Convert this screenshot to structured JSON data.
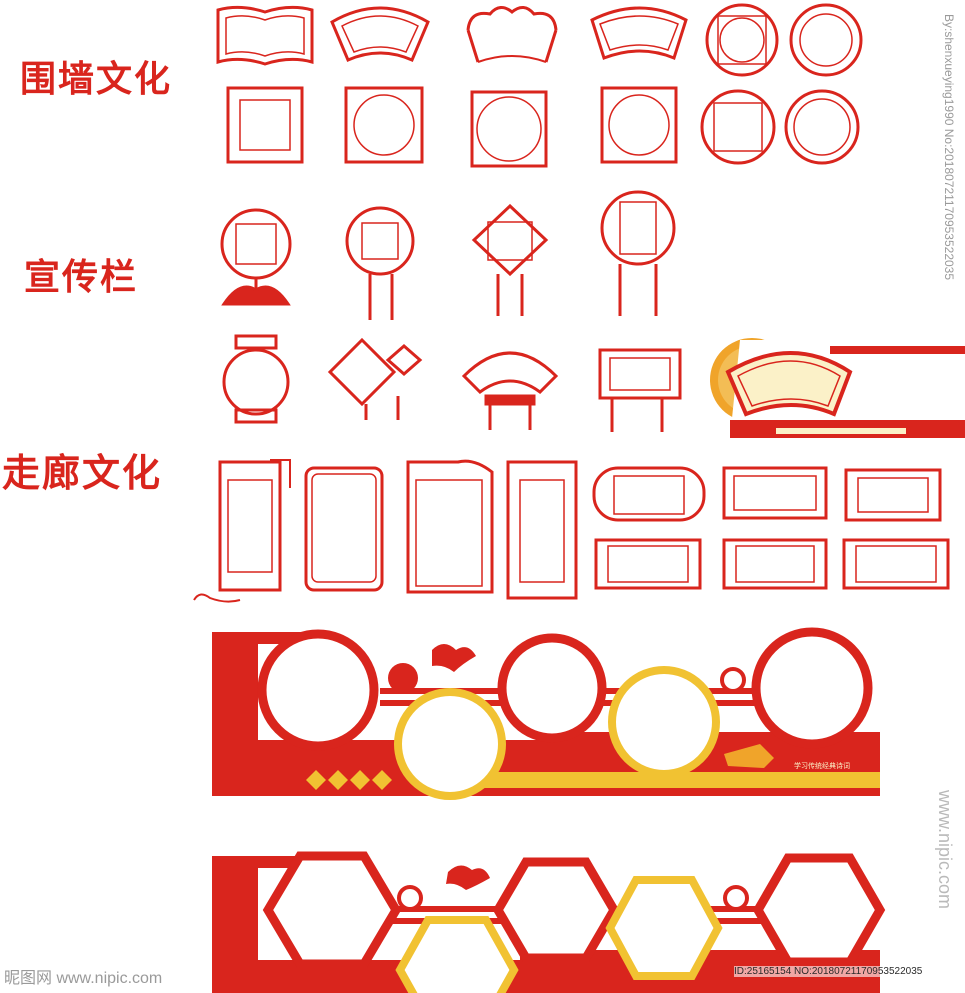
{
  "labels": {
    "wall_culture": "围墙文化",
    "bulletin_board": "宣传栏",
    "corridor_culture": "走廊文化"
  },
  "banner_small_text": "学习传统经典诗词",
  "watermark": {
    "logo": "昵图网 www.nipic.com",
    "id_line": "ID:25165154 NO:20180721170953522035",
    "vertical_author": "By:shenxueying1990 No:20180721170953522035",
    "vertical_site": "www.nipic.com"
  },
  "colors": {
    "red": "#d9251d",
    "gold": "#f1c232",
    "cream": "#fbf1c8",
    "orange": "#f0a42a"
  }
}
